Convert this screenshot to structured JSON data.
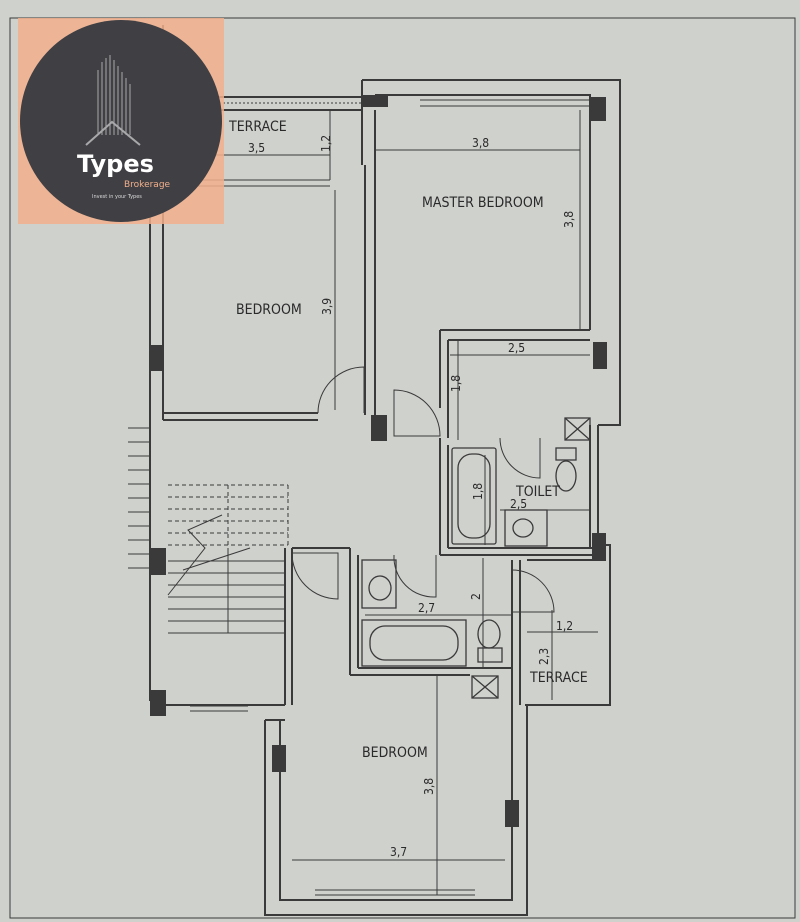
{
  "logo": {
    "brand": "Types",
    "subtitle": "Brokerage",
    "tagline": "Invest in your Types",
    "accent": "#f2b08c",
    "circle": "#3f3f44"
  },
  "rooms": {
    "terrace_top": "TERRACE",
    "master_bedroom": "MASTER BEDROOM",
    "bedroom_left": "BEDROOM",
    "toilet": "TOILET",
    "terrace_small": "TERRACE",
    "bedroom_bottom": "BEDROOM"
  },
  "dimensions": {
    "terrace_width": "3,5",
    "terrace_depth": "1,2",
    "master_width": "3,8",
    "master_depth": "3,8",
    "bedroom_left_depth": "3,9",
    "upper_bath_width": "2,5",
    "upper_bath_depth": "1,8",
    "toilet_tub_length": "1,8",
    "toilet_width": "2,5",
    "lower_bath_width": "2,7",
    "lower_bath_depth": "2",
    "small_terrace_width": "1,2",
    "small_terrace_depth": "2,3",
    "bedroom_bottom_depth": "3,8",
    "bedroom_bottom_width": "3,7"
  },
  "colors": {
    "paper": "#cfd1cd",
    "ink": "#3a3a3a"
  }
}
